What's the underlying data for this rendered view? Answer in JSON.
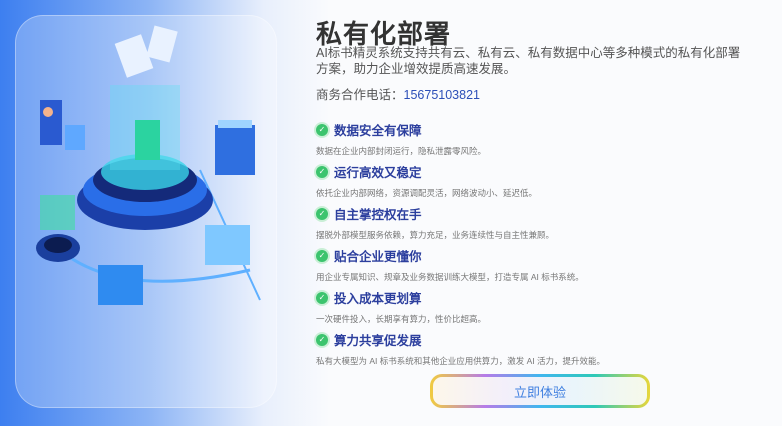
{
  "title": "私有化部署",
  "description": "AI标书精灵系统支持共有云、私有云、私有数据中心等多种模式的私有化部署方案，助力企业增效提质高速发展。",
  "contact": {
    "label": "商务合作电话：",
    "phone": "15675103821"
  },
  "features": [
    {
      "title": "数据安全有保障",
      "desc": "数据在企业内部封闭运行，隐私泄露零风险。"
    },
    {
      "title": "运行高效又稳定",
      "desc": "依托企业内部网络，资源调配灵活，网络波动小、延迟低。"
    },
    {
      "title": "自主掌控权在手",
      "desc": "摆脱外部模型服务依赖，算力充足，业务连续性与自主性兼顾。"
    },
    {
      "title": "贴合企业更懂你",
      "desc": "用企业专属知识、规章及业务数据训练大模型，打造专属 AI 标书系统。"
    },
    {
      "title": "投入成本更划算",
      "desc": "一次硬件投入，长期享有算力，性价比超高。"
    },
    {
      "title": "算力共享促发展",
      "desc": "私有大模型为 AI 标书系统和其他企业应用供算力，激发 AI 活力，提升效能。"
    }
  ],
  "cta": "立即体验",
  "colors": {
    "accent": "#2c3f9e",
    "check": "#3cc46e",
    "phone": "#2c4fb8"
  }
}
